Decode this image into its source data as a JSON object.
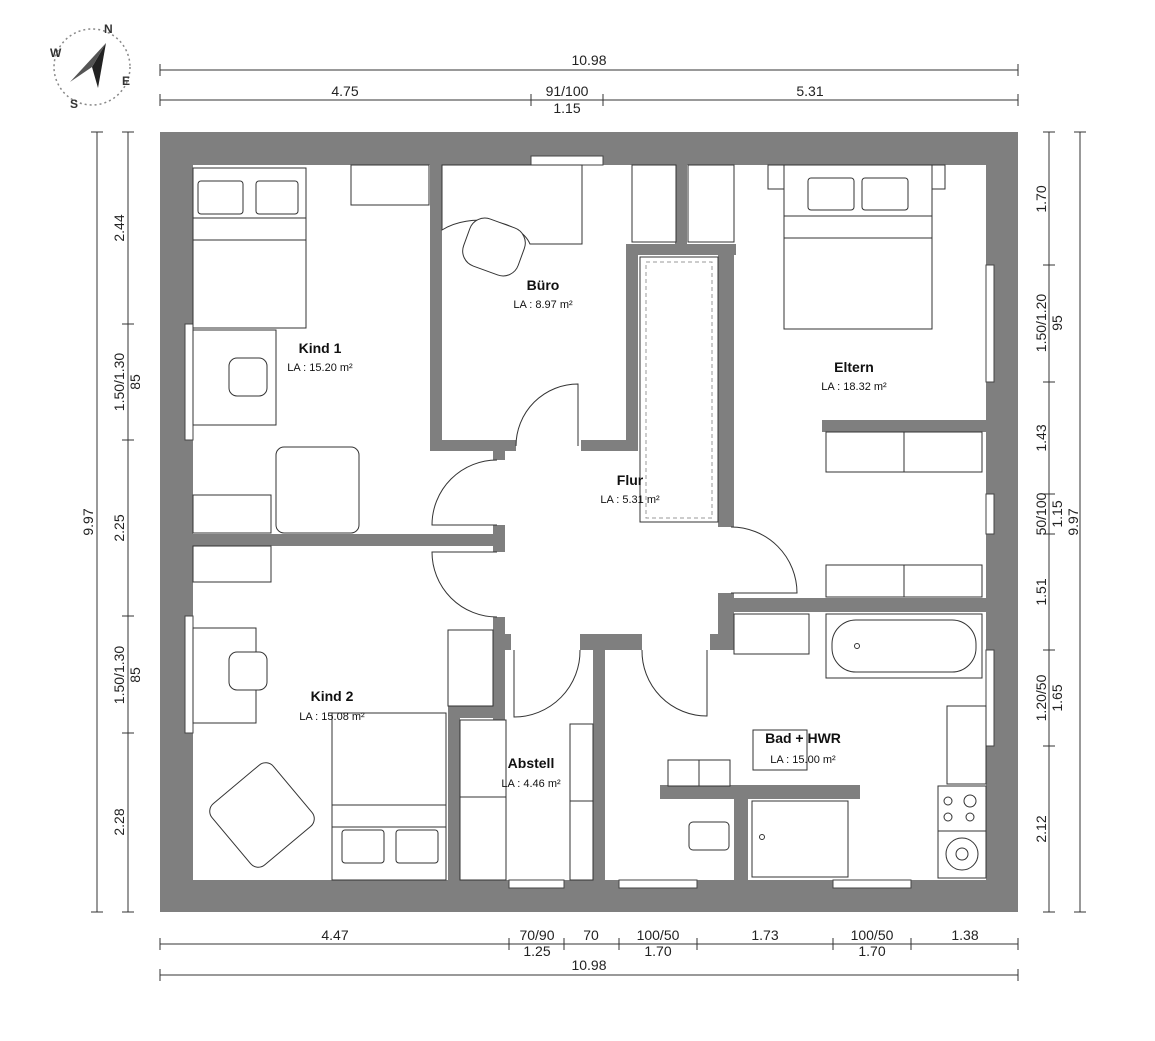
{
  "compass": {
    "n": "N",
    "e": "E",
    "s": "S",
    "w": "W"
  },
  "dimensions": {
    "top": {
      "total": "10.98",
      "seg1": "4.75",
      "seg2_top": "91/100",
      "seg2_bottom": "1.15",
      "seg3": "5.31"
    },
    "bottom": {
      "seg1": "4.47",
      "seg2_top": "70/90",
      "seg2_bottom": "1.25",
      "seg3": "70",
      "seg4_top": "100/50",
      "seg4_bottom": "1.70",
      "seg5": "1.73",
      "seg6_top": "100/50",
      "seg6_bottom": "1.70",
      "seg7": "1.38",
      "total": "10.98"
    },
    "left": {
      "total": "9.97",
      "seg1": "2.44",
      "seg2_outer": "1.50/1.30",
      "seg2_inner": "85",
      "seg3": "2.25",
      "seg4_outer": "1.50/1.30",
      "seg4_inner": "85",
      "seg5": "2.28"
    },
    "right": {
      "total": "9.97",
      "seg1": "1.70",
      "seg2_outer": "1.50/1.20",
      "seg2_inner": "95",
      "seg3": "1.43",
      "seg4_outer": "50/100",
      "seg4_inner": "1.15",
      "seg5": "1.51",
      "seg6_outer": "1.20/50",
      "seg6_inner": "1.65",
      "seg7": "2.12"
    }
  },
  "rooms": [
    {
      "name": "Kind 1",
      "area": "LA : 15.20 m²"
    },
    {
      "name": "Büro",
      "area": "LA : 8.97 m²"
    },
    {
      "name": "Eltern",
      "area": "LA : 18.32 m²"
    },
    {
      "name": "Flur",
      "area": "LA : 5.31 m²"
    },
    {
      "name": "Kind 2",
      "area": "LA : 15.08 m²"
    },
    {
      "name": "Abstell",
      "area": "LA : 4.46 m²"
    },
    {
      "name": "Bad + HWR",
      "area": "LA : 15.00 m²"
    }
  ]
}
